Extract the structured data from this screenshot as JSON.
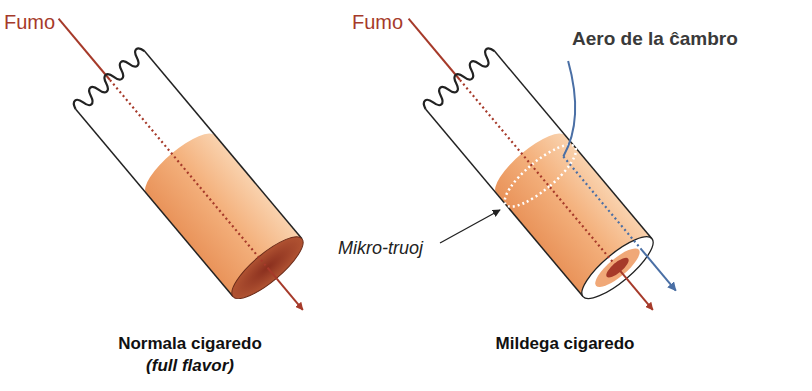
{
  "diagram": {
    "labels": [
      "Fumo",
      "Fumo",
      "Aero de la ĉambro",
      "Mikro-truoj",
      "Normala cigaredo",
      "(full flavor)",
      "Mildega cigaredo"
    ]
  }
}
